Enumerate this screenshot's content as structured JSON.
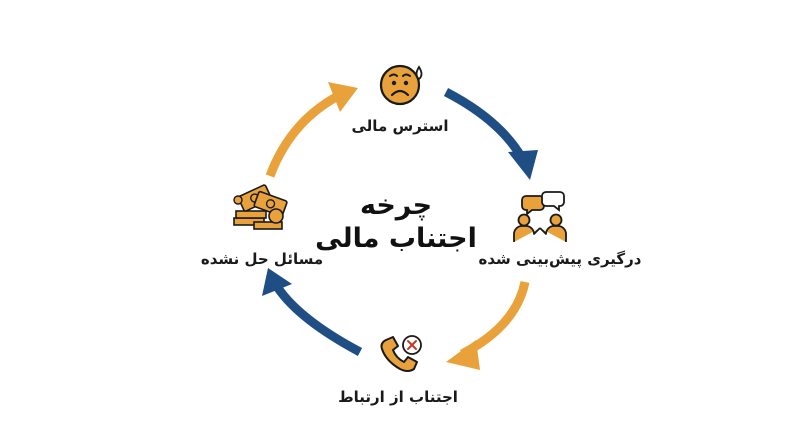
{
  "title": {
    "line1": "چرخه",
    "line2": "اجتناب مالی"
  },
  "nodes": [
    {
      "label": "استرس مالی",
      "icon": "worried-face-icon"
    },
    {
      "label": "درگیری پیش‌بینی شده",
      "icon": "people-arguing-icon"
    },
    {
      "label": "اجتناب از ارتباط",
      "icon": "phone-declined-icon"
    },
    {
      "label": "مسائل حل نشده",
      "icon": "money-pile-icon"
    }
  ],
  "colors": {
    "orange": "#E9A23B",
    "blue": "#1F4E85",
    "outline": "#1a1a1a"
  }
}
